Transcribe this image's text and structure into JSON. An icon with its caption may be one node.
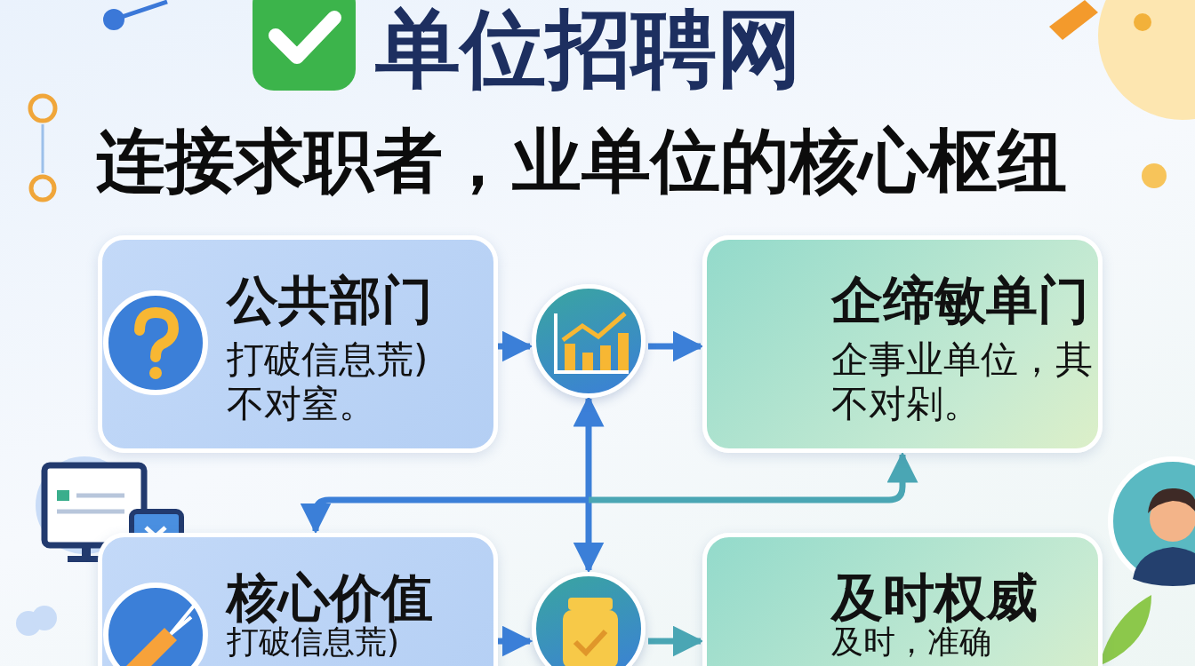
{
  "diagram": {
    "title": "单位招聘网",
    "nodes": [
      {
        "text": [
          "公共部门",
          "打破信息荒)不对窒。"
        ]
      },
      {
        "text": [],
        "shape": "circle"
      },
      {
        "text": [
          "企缔敏单门",
          "企事业单位，其不对剁。"
        ]
      },
      {
        "text": [
          "核心价值",
          "打破信息荒)"
        ]
      },
      {
        "text": [],
        "shape": "circle"
      },
      {
        "text": [
          "及时权威",
          "及时，准确"
        ]
      }
    ],
    "edges": [
      {
        "from": 0,
        "to": 1,
        "arrow": "to"
      },
      {
        "from": 1,
        "to": 2,
        "arrow": "to"
      },
      {
        "from": 1,
        "to": 4,
        "arrow": "both"
      },
      {
        "from": null,
        "to": 3,
        "arrow": "to"
      },
      {
        "from": null,
        "to": 2,
        "arrow": "to",
        "color": "#4aa6b4"
      },
      {
        "from": 3,
        "to": 4,
        "arrow": "to"
      },
      {
        "from": 4,
        "to": 5,
        "arrow": "to",
        "color": "#4aa6b4"
      }
    ],
    "labels": [
      "连接求职者，业单位的核心枢纽"
    ]
  }
}
